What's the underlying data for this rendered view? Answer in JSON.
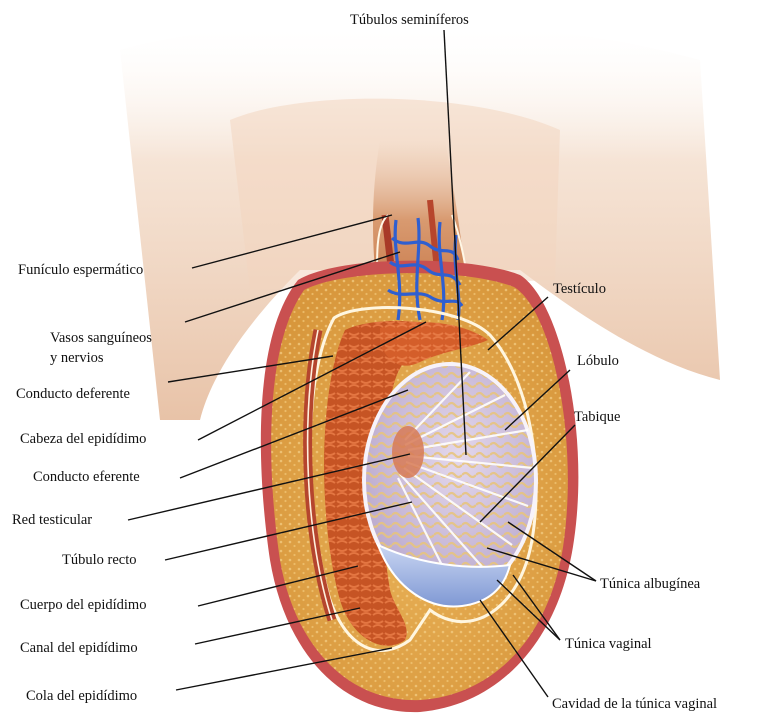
{
  "colors": {
    "skin": "#e9c3a3",
    "fat": "#e0a64a",
    "membrane": "#c84848",
    "epididymis": "#c65424",
    "testis": "#cfc1da",
    "cavity": "#90a8dc",
    "vessels": "#2f5fd0",
    "leader": "#111111"
  },
  "labels": {
    "tubulos_seminiferos": "Túbulos seminíferos",
    "funiculo_espermatico": "Funículo espermático",
    "vasos_l1": "Vasos sanguíneos",
    "vasos_l2": "y nervios",
    "conducto_deferente": "Conducto deferente",
    "cabeza_epididimo": "Cabeza del epidídimo",
    "conducto_eferente": "Conducto eferente",
    "red_testicular": "Red testicular",
    "tubulo_recto": "Túbulo recto",
    "cuerpo_epididimo": "Cuerpo del epidídimo",
    "canal_epididimo": "Canal del epidídimo",
    "cola_epididimo": "Cola del epidídimo",
    "testiculo": "Testículo",
    "lobulo": "Lóbulo",
    "tabique": "Tabique",
    "tunica_albuginea": "Túnica albugínea",
    "tunica_vaginal": "Túnica vaginal",
    "cavidad_tunica_vaginal": "Cavidad de la túnica vaginal"
  }
}
